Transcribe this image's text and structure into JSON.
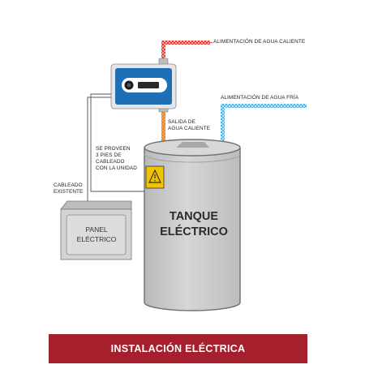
{
  "labels": {
    "hot_supply": "ALIMENTACIÓN DE AGUA CALIENTE",
    "cold_supply": "ALIMENTACIÓN DE AGUA FRÍA",
    "hot_outlet": [
      "SALIDA DE",
      "AGUA CALIENTE"
    ],
    "cable_note": [
      "SE PROVEEN",
      "3 PIES DE",
      "CABLEADO",
      "CON LA UNIDAD"
    ],
    "existing_wiring": [
      "CABLEADO",
      "EXISTENTE"
    ]
  },
  "tank": {
    "title": [
      "TANQUE",
      "ELÉCTRICO"
    ]
  },
  "panel": {
    "title": [
      "PANEL",
      "ELÉCTRICO"
    ]
  },
  "footer": {
    "title": "INSTALACIÓN ELÉCTRICA"
  },
  "colors": {
    "hot_pipe": "#e63b2e",
    "hot_pipe_light": "#f6a7a0",
    "cold_pipe": "#4fb3e8",
    "cold_pipe_light": "#bfe3f7",
    "controller_blue": "#1f6fb8",
    "tank_gray": "#c9c9c9",
    "panel_gray": "#d4d4d4",
    "warning_yellow": "#f2c400",
    "footer_red": "#a51f2d"
  }
}
